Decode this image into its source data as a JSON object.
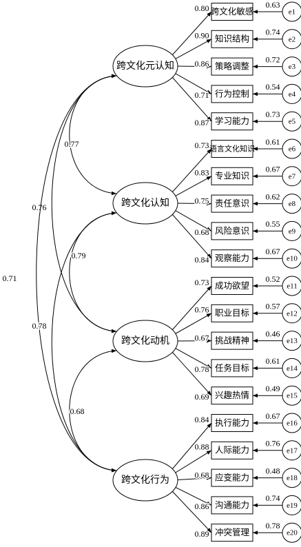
{
  "factors": [
    {
      "name": "跨文化元认知",
      "items": [
        {
          "label": "跨文化敏感",
          "loading": "0.80",
          "error": "e1",
          "error_variance": "0.63"
        },
        {
          "label": "知识结构",
          "loading": "0.90",
          "error": "e2",
          "error_variance": "0.74"
        },
        {
          "label": "策略调整",
          "loading": "0.86",
          "error": "e3",
          "error_variance": "0.72"
        },
        {
          "label": "行为控制",
          "loading": "0.71",
          "error": "e4",
          "error_variance": "0.54"
        },
        {
          "label": "学习能力",
          "loading": "0.87",
          "error": "e5",
          "error_variance": "0.73"
        }
      ]
    },
    {
      "name": "跨文化认知",
      "items": [
        {
          "label": "语言文化知识",
          "loading": "0.73",
          "error": "e6",
          "error_variance": "0.61"
        },
        {
          "label": "专业知识",
          "loading": "0.83",
          "error": "e7",
          "error_variance": "0.67"
        },
        {
          "label": "责任意识",
          "loading": "0.75",
          "error": "e8",
          "error_variance": "0.62"
        },
        {
          "label": "风险意识",
          "loading": "0.68",
          "error": "e9",
          "error_variance": "0.55"
        },
        {
          "label": "观察能力",
          "loading": "0.84",
          "error": "e10",
          "error_variance": "0.67"
        }
      ]
    },
    {
      "name": "跨文化动机",
      "items": [
        {
          "label": "成功欲望",
          "loading": "0.73",
          "error": "e11",
          "error_variance": "0.52"
        },
        {
          "label": "职业目标",
          "loading": "0.76",
          "error": "e12",
          "error_variance": "0.57"
        },
        {
          "label": "挑战精神",
          "loading": "0.67",
          "error": "e13",
          "error_variance": "0.46"
        },
        {
          "label": "任务目标",
          "loading": "0.78",
          "error": "e14",
          "error_variance": "0.61"
        },
        {
          "label": "兴趣热情",
          "loading": "0.69",
          "error": "e15",
          "error_variance": "0.49"
        }
      ]
    },
    {
      "name": "跨文化行为",
      "items": [
        {
          "label": "执行能力",
          "loading": "0.84",
          "error": "e16",
          "error_variance": "0.67"
        },
        {
          "label": "人际能力",
          "loading": "0.88",
          "error": "e17",
          "error_variance": "0.76"
        },
        {
          "label": "应变能力",
          "loading": "0.68",
          "error": "e18",
          "error_variance": "0.48"
        },
        {
          "label": "沟通能力",
          "loading": "0.86",
          "error": "e19",
          "error_variance": "0.74"
        },
        {
          "label": "冲突管理",
          "loading": "0.89",
          "error": "e20",
          "error_variance": "0.78"
        }
      ]
    }
  ],
  "correlations": [
    {
      "between": [
        "跨文化元认知",
        "跨文化认知"
      ],
      "value": "0.77"
    },
    {
      "between": [
        "跨文化元认知",
        "跨文化动机"
      ],
      "value": "0.76"
    },
    {
      "between": [
        "跨文化元认知",
        "跨文化行为"
      ],
      "value": "0.71"
    },
    {
      "between": [
        "跨文化认知",
        "跨文化动机"
      ],
      "value": "0.79"
    },
    {
      "between": [
        "跨文化认知",
        "跨文化行为"
      ],
      "value": "0.78"
    },
    {
      "between": [
        "跨文化动机",
        "跨文化行为"
      ],
      "value": "0.68"
    }
  ]
}
